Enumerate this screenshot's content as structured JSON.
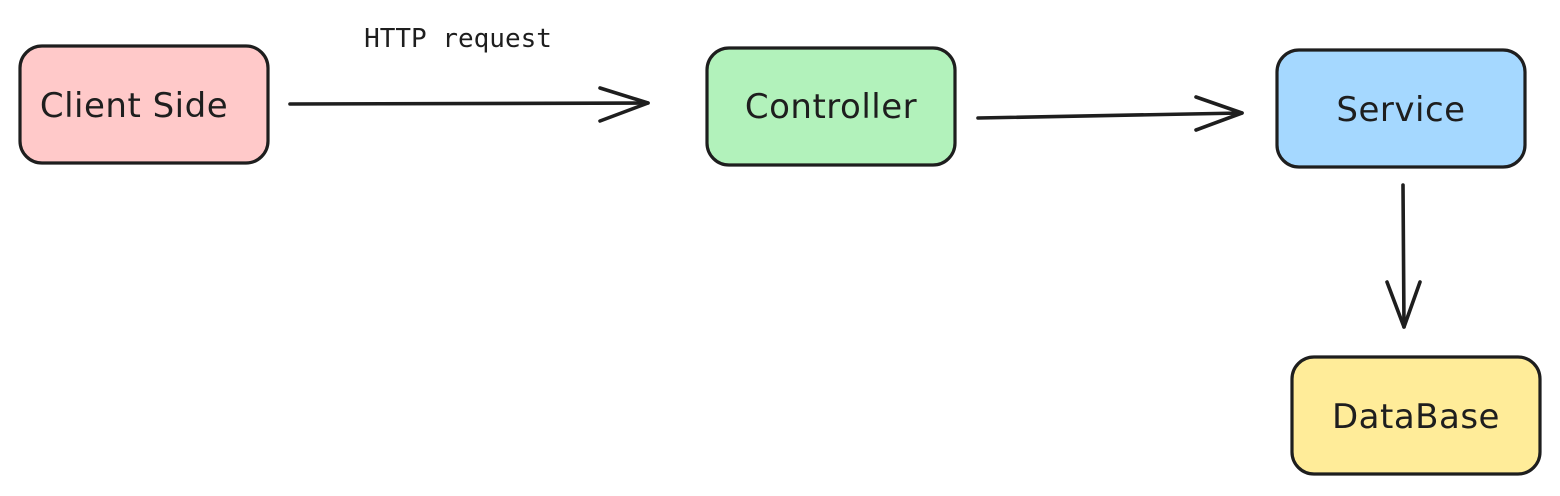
{
  "nodes": {
    "client": {
      "label": "Client Side",
      "color": "#ffc9c9"
    },
    "controller": {
      "label": "Controller",
      "color": "#b2f2bb"
    },
    "service": {
      "label": "Service",
      "color": "#a5d8ff"
    },
    "database": {
      "label": "DataBase",
      "color": "#ffec99"
    }
  },
  "edges": {
    "client_to_controller": {
      "label": "HTTP request"
    },
    "controller_to_service": {
      "label": ""
    },
    "service_to_database": {
      "label": ""
    }
  },
  "colors": {
    "stroke": "#1e1e1e",
    "background": "#ffffff"
  }
}
